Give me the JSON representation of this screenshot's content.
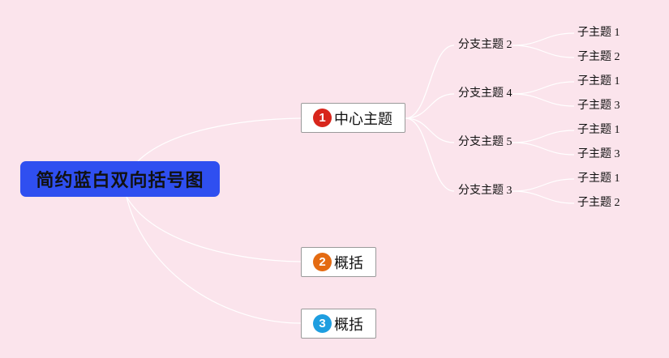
{
  "colors": {
    "background": "#fbe4ec",
    "root_fill": "#2f4ff0",
    "link": "#ffffff",
    "badge_1": "#d8261c",
    "badge_2": "#e46b12",
    "badge_3": "#1e9ee0"
  },
  "root": {
    "label": "简约蓝白双向括号图"
  },
  "topics": [
    {
      "badge": "1",
      "label": "中心主题"
    },
    {
      "badge": "2",
      "label": "概括"
    },
    {
      "badge": "3",
      "label": "概括"
    }
  ],
  "branches": [
    {
      "label": "分支主题 2",
      "children": [
        "子主题 1",
        "子主题 2"
      ]
    },
    {
      "label": "分支主题 4",
      "children": [
        "子主题 1",
        "子主题 3"
      ]
    },
    {
      "label": "分支主题 5",
      "children": [
        "子主题 1",
        "子主题 3"
      ]
    },
    {
      "label": "分支主题 3",
      "children": [
        "子主题 1",
        "子主题 2"
      ]
    }
  ]
}
